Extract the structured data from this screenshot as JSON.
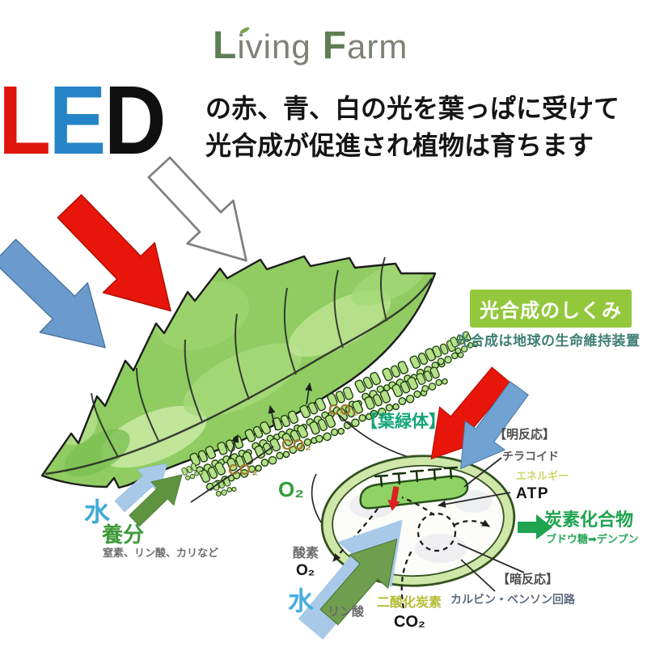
{
  "logo": {
    "living_cap": "L",
    "living_rest": "iving",
    "farm_cap": "F",
    "farm_rest": "arm"
  },
  "hero": {
    "led_l": "L",
    "led_e": "E",
    "led_d": "D",
    "headline_line1": "の赤、青、白の光を葉っぱに受けて",
    "headline_line2": "光合成が促進され植物は育ちます"
  },
  "info_box": {
    "title": "光合成のしくみ",
    "subtitle": "光合成は地球の生命維持装置"
  },
  "diagram": {
    "co2_upper": "CO₂",
    "co2_middle": "CO₂",
    "co2_lower": "CO₂",
    "o2_leaf": "O₂",
    "chloroplast_label": "【葉緑体】",
    "light_reaction": "【明反応】",
    "thylakoid": "チラコイド",
    "energy": "エネルギー",
    "atp": "ATP",
    "carbon_compounds": "炭素化合物",
    "glucose_to_starch": "ブドウ糖➡デンプン",
    "dark_reaction": "【暗反応】",
    "calvin_benson_cycle": "カルビン・ベンソン回路",
    "oxygen": "酸素",
    "oxygen_o2": "O₂",
    "water_in": "水",
    "phosphate": "リン酸",
    "carbon_dioxide": "二酸化炭素",
    "carbon_dioxide_co2": "CO₂",
    "water_left": "水",
    "nutrients": "養分",
    "nutrients_detail": "窒素、リン酸、カリなど"
  },
  "colors": {
    "led_red": "#e0150b",
    "led_blue": "#2584c6",
    "led_black": "#101010",
    "arrow_red": "#e8150a",
    "arrow_blue": "#6b9bcd",
    "arrow_white": "#ffffff",
    "arrow_light_blue": "#a9c9e8",
    "arrow_dark_green": "#5e9340",
    "leaf_green": "#90cc62",
    "info_box_green": "#93c83d",
    "chloroplast_label_teal": "#12a578",
    "carbohydrate_green": "#1ea34f",
    "co2_olive": "#9f7c2c",
    "water_blue": "#3fa9d8",
    "nutrient_green": "#3f9a3a"
  }
}
